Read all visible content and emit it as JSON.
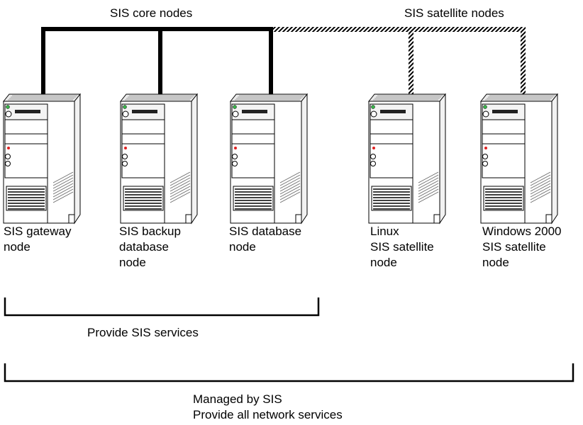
{
  "diagram": {
    "group_labels": {
      "core": "SIS core nodes",
      "satellite": "SIS satellite nodes"
    },
    "nodes": [
      {
        "id": "gateway",
        "label": "SIS gateway\nnode",
        "group": "core"
      },
      {
        "id": "backup-database",
        "label": "SIS backup\ndatabase\nnode",
        "group": "core"
      },
      {
        "id": "database",
        "label": "SIS database\nnode",
        "group": "core"
      },
      {
        "id": "linux-satellite",
        "label": "Linux\nSIS satellite\nnode",
        "group": "satellite"
      },
      {
        "id": "windows-satellite",
        "label": "Windows 2000\nSIS satellite\nnode",
        "group": "satellite"
      }
    ],
    "brackets": {
      "services": {
        "label": "Provide SIS services"
      },
      "managed": {
        "line1": "Managed by SIS",
        "line2": "Provide all network services"
      }
    }
  }
}
